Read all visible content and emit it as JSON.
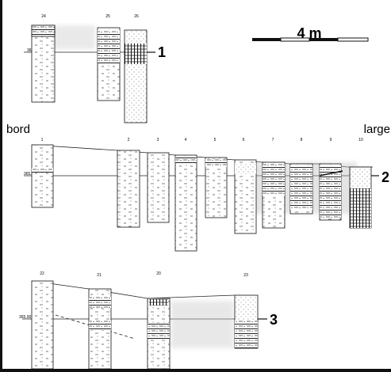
{
  "scale": {
    "label": "4 m"
  },
  "side_labels": {
    "left": "bord",
    "right": "large"
  },
  "rows": [
    {
      "marker": "1",
      "level_label": "369.00",
      "columns": [
        {
          "id": "24",
          "fill": "light"
        },
        {
          "id": "25",
          "fill": "banded"
        },
        {
          "id": "26",
          "fill": "dark"
        }
      ]
    },
    {
      "marker": "2",
      "level_label": "365.00",
      "columns": [
        {
          "id": "1",
          "fill": "light"
        },
        {
          "id": "2",
          "fill": "light"
        },
        {
          "id": "3",
          "fill": "light"
        },
        {
          "id": "4",
          "fill": "light"
        },
        {
          "id": "5",
          "fill": "light"
        },
        {
          "id": "6",
          "fill": "light"
        },
        {
          "id": "7",
          "fill": "banded"
        },
        {
          "id": "8",
          "fill": "banded"
        },
        {
          "id": "9",
          "fill": "banded"
        },
        {
          "id": "10",
          "fill": "dark"
        }
      ]
    },
    {
      "marker": "3",
      "level_label": "365.00",
      "columns": [
        {
          "id": "22",
          "fill": "light"
        },
        {
          "id": "21",
          "fill": "banded"
        },
        {
          "id": "20",
          "fill": "banded"
        },
        {
          "id": "23",
          "fill": "banded"
        }
      ]
    }
  ]
}
